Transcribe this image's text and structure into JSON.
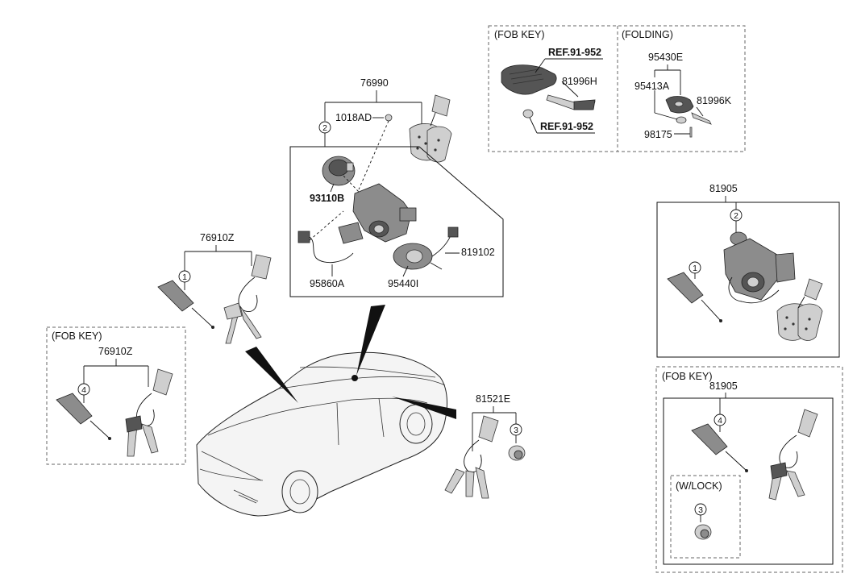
{
  "labels": {
    "fob_key": "(FOB KEY)",
    "folding": "(FOLDING)",
    "w_lock": "(W/LOCK)",
    "ref_a": "REF.91-952",
    "ref_b": "REF.91-952",
    "p81996H": "81996H",
    "p95430E": "95430E",
    "p95413A": "95413A",
    "p81996K": "81996K",
    "p98175": "98175",
    "p76990": "76990",
    "p1018AD": "1018AD",
    "p93110B": "93110B",
    "p95860A": "95860A",
    "p95440I": "95440I",
    "p819102": "819102",
    "p76910Z": "76910Z",
    "p81521E": "81521E",
    "p81905": "81905"
  },
  "callouts": {
    "c1": "1",
    "c2": "2",
    "c3": "3",
    "c4": "4"
  }
}
